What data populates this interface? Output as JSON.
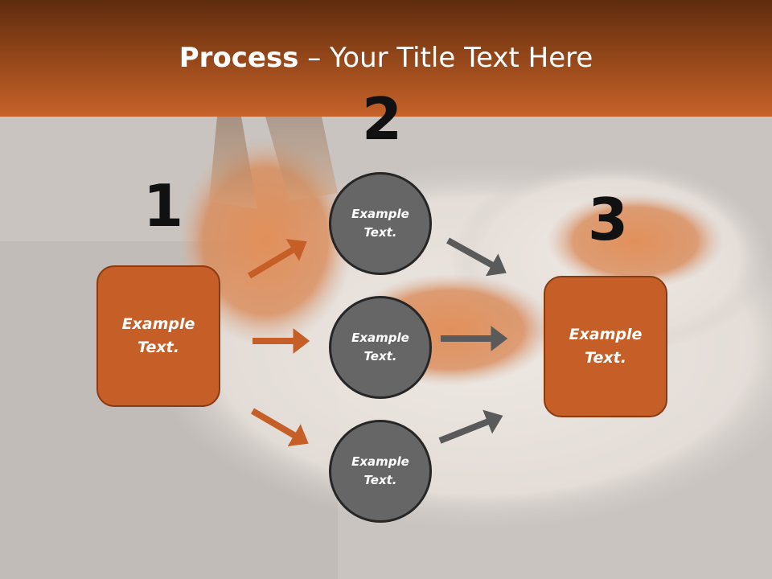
{
  "title": {
    "bold": "Process",
    "rest": " – Your Title Text Here"
  },
  "steps": {
    "one": "1",
    "two": "2",
    "three": "3"
  },
  "boxes": {
    "left": "Example Text.",
    "right": "Example Text."
  },
  "circles": {
    "top": "Example Text.",
    "middle": "Example Text.",
    "bottom": "Example Text."
  },
  "colors": {
    "accent_orange": "#c55f27",
    "circle_gray": "#666666",
    "arrow_gray": "#5a5a5a"
  }
}
